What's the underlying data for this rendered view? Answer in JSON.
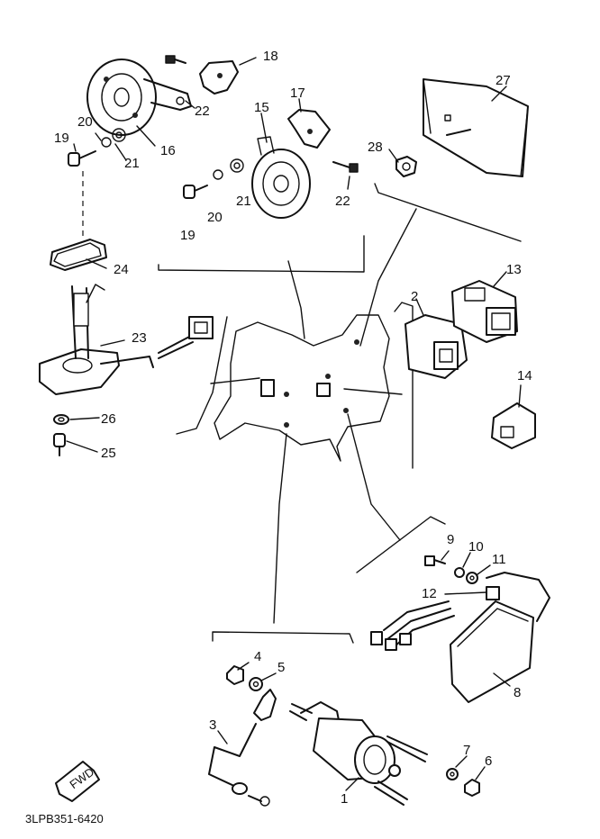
{
  "diagram": {
    "code": "3LPB351-6420",
    "fwd_label": "FWD",
    "callouts": [
      {
        "id": "c1",
        "label": "1"
      },
      {
        "id": "c2",
        "label": "2"
      },
      {
        "id": "c3",
        "label": "3"
      },
      {
        "id": "c4",
        "label": "4"
      },
      {
        "id": "c5",
        "label": "5"
      },
      {
        "id": "c6",
        "label": "6"
      },
      {
        "id": "c7",
        "label": "7"
      },
      {
        "id": "c8",
        "label": "8"
      },
      {
        "id": "c9",
        "label": "9"
      },
      {
        "id": "c10",
        "label": "10"
      },
      {
        "id": "c11",
        "label": "11"
      },
      {
        "id": "c12",
        "label": "12"
      },
      {
        "id": "c13",
        "label": "13"
      },
      {
        "id": "c14",
        "label": "14"
      },
      {
        "id": "c15",
        "label": "15"
      },
      {
        "id": "c16",
        "label": "16"
      },
      {
        "id": "c17",
        "label": "17"
      },
      {
        "id": "c18",
        "label": "18"
      },
      {
        "id": "c19a",
        "label": "19"
      },
      {
        "id": "c19b",
        "label": "19"
      },
      {
        "id": "c20a",
        "label": "20"
      },
      {
        "id": "c20b",
        "label": "20"
      },
      {
        "id": "c21a",
        "label": "21"
      },
      {
        "id": "c21b",
        "label": "21"
      },
      {
        "id": "c22a",
        "label": "22"
      },
      {
        "id": "c22b",
        "label": "22"
      },
      {
        "id": "c23",
        "label": "23"
      },
      {
        "id": "c24",
        "label": "24"
      },
      {
        "id": "c25",
        "label": "25"
      },
      {
        "id": "c26",
        "label": "26"
      },
      {
        "id": "c27",
        "label": "27"
      },
      {
        "id": "c28",
        "label": "28"
      }
    ]
  }
}
